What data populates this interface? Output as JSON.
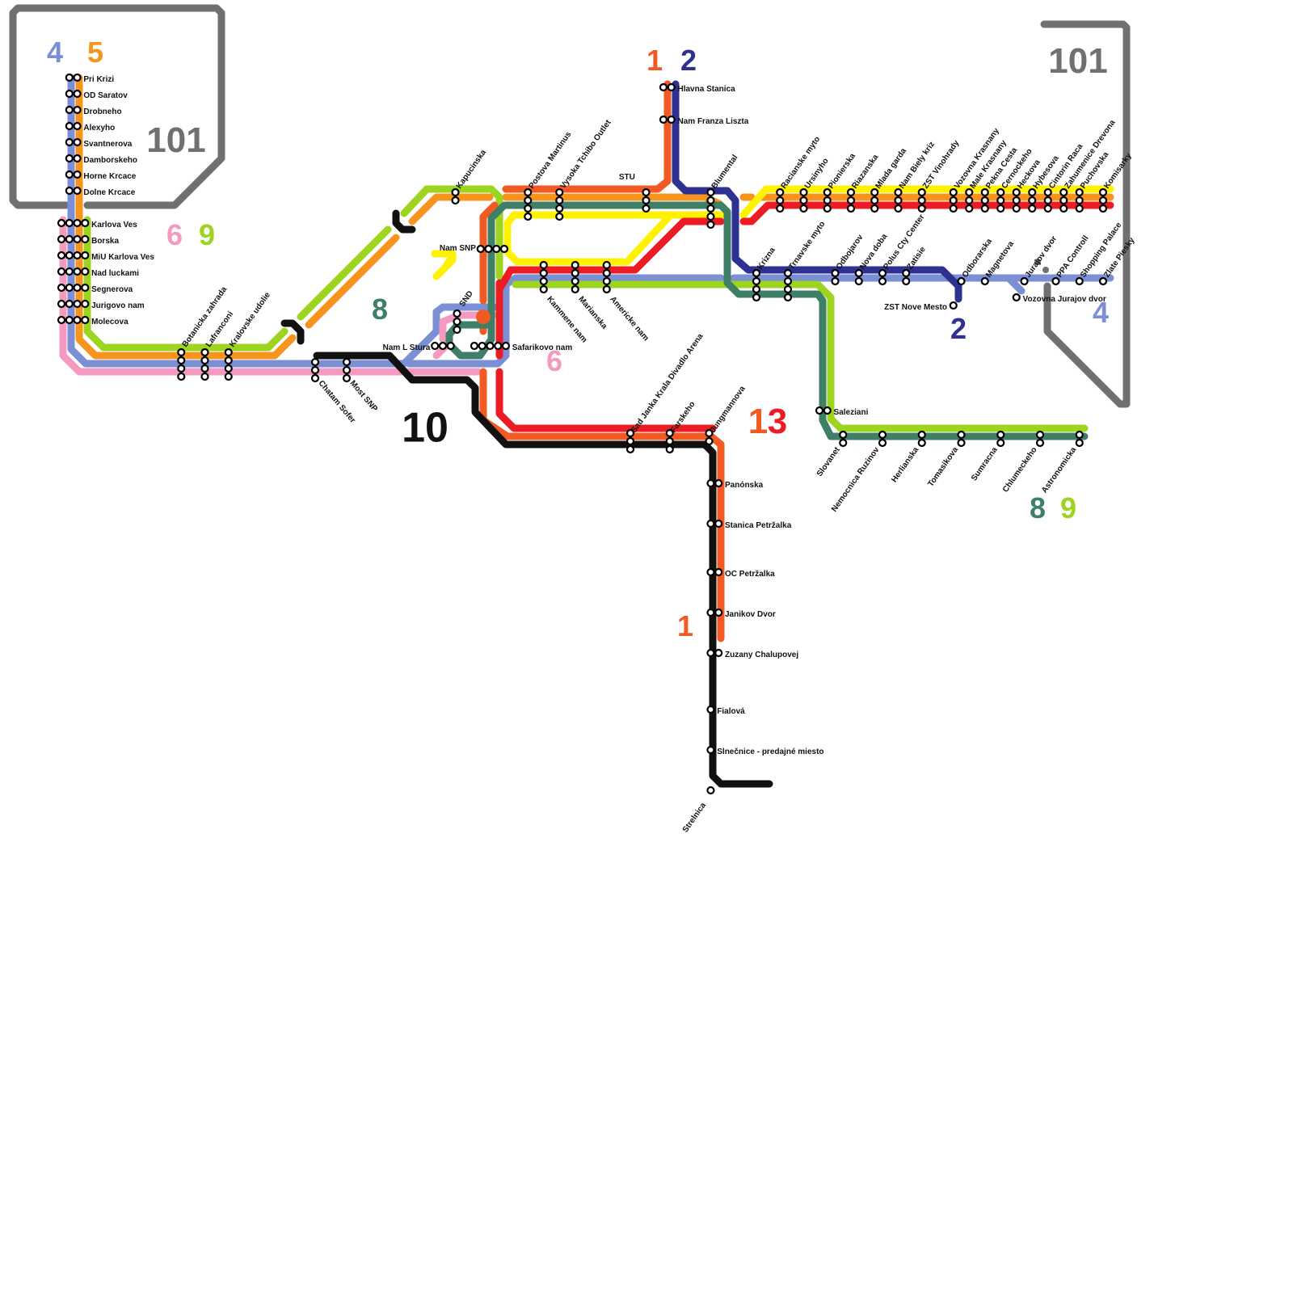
{
  "line_colors": {
    "1": "#f15a22",
    "2": "#2e3192",
    "3": "#ec1c24",
    "4": "#7b8fd4",
    "5": "#f7941d",
    "6": "#f49ac1",
    "7": "#fff200",
    "8": "#3f7f68",
    "9": "#9dd41f",
    "10": "#111111",
    "101": "#707070"
  },
  "badges": [
    {
      "line": "4",
      "label": "4"
    },
    {
      "line": "5",
      "label": "5"
    },
    {
      "line": "101",
      "label": "101"
    },
    {
      "line": "6",
      "label": "6"
    },
    {
      "line": "9",
      "label": "9"
    },
    {
      "line": "1",
      "label": "1"
    },
    {
      "line": "2",
      "label": "2"
    },
    {
      "line": "101",
      "label": "101"
    },
    {
      "line": "7",
      "label": "7"
    },
    {
      "line": "8",
      "label": "8"
    },
    {
      "line": "10",
      "label": "10"
    },
    {
      "line": "6",
      "label": "6"
    },
    {
      "line": "1",
      "label": "1"
    },
    {
      "line": "3",
      "label": "3"
    },
    {
      "line": "2",
      "label": "2"
    },
    {
      "line": "4",
      "label": "4"
    },
    {
      "line": "8",
      "label": "8"
    },
    {
      "line": "9",
      "label": "9"
    },
    {
      "line": "1",
      "label": "1"
    }
  ],
  "stations": [
    "Pri Krizi",
    "OD Saratov",
    "Drobneho",
    "Alexyho",
    "Svantnerova",
    "Damborskeho",
    "Horne Krcace",
    "Dolne Krcace",
    "Karlova Ves",
    "Borska",
    "MiU Karlova Ves",
    "Nad luckami",
    "Segnerova",
    "Jurigovo nam",
    "Molecova",
    "Botanicka zahrada",
    "Lafranconi",
    "Kralovske udolie",
    "Chatam Sofer",
    "Most SNP",
    "Kapucinska",
    "Postova Martinus",
    "Vysoka Tchibo Outlet",
    "STU",
    "Hlavna Stanica",
    "Nam Franza Liszta",
    "Blumental",
    "Nam SNP",
    "SND",
    "Nam L Stura",
    "Safarikovo nam",
    "Kammene nam",
    "Marianska",
    "Americke nam",
    "Sad Janka Krala Divadlo Arena",
    "Farskeho",
    "Jungmannova",
    "Panónska",
    "Stanica Petržalka",
    "OC Petržalka",
    "Janikov Dvor",
    "Zuzany Chalupovej",
    "Fialová",
    "Slnečnice - predajné miesto",
    "Strelnica",
    "Racianske myto",
    "Ursinyho",
    "Pionierska",
    "Riazanska",
    "Mlada garda",
    "Nam Biely kriz",
    "ZST Vinohrady",
    "Vozovna Krasnany",
    "Male Krasnany",
    "Pekna Cesta",
    "Cernockeho",
    "Heckova",
    "Hybesova",
    "Cintorin Raca",
    "Zahumenice Drevona",
    "Puchovska",
    "Komisarky",
    "Krizna",
    "Trnavske myto",
    "Odbojarov",
    "Nova doba",
    "Polus Cty Center",
    "Zatisie",
    "ZST Nove Mesto",
    "Odborarska",
    "Magnetova",
    "Vozovna Jurajov dvor",
    "Jurajov dvor",
    "PPA Controll",
    "Shopping Palace",
    "Zlate Piesky",
    "Saleziani",
    "Slovanet",
    "Nemocnica Ruzinov",
    "Herlianska",
    "Tomasikova",
    "Sumracna",
    "Chlumeckeho",
    "Astronomicka"
  ]
}
